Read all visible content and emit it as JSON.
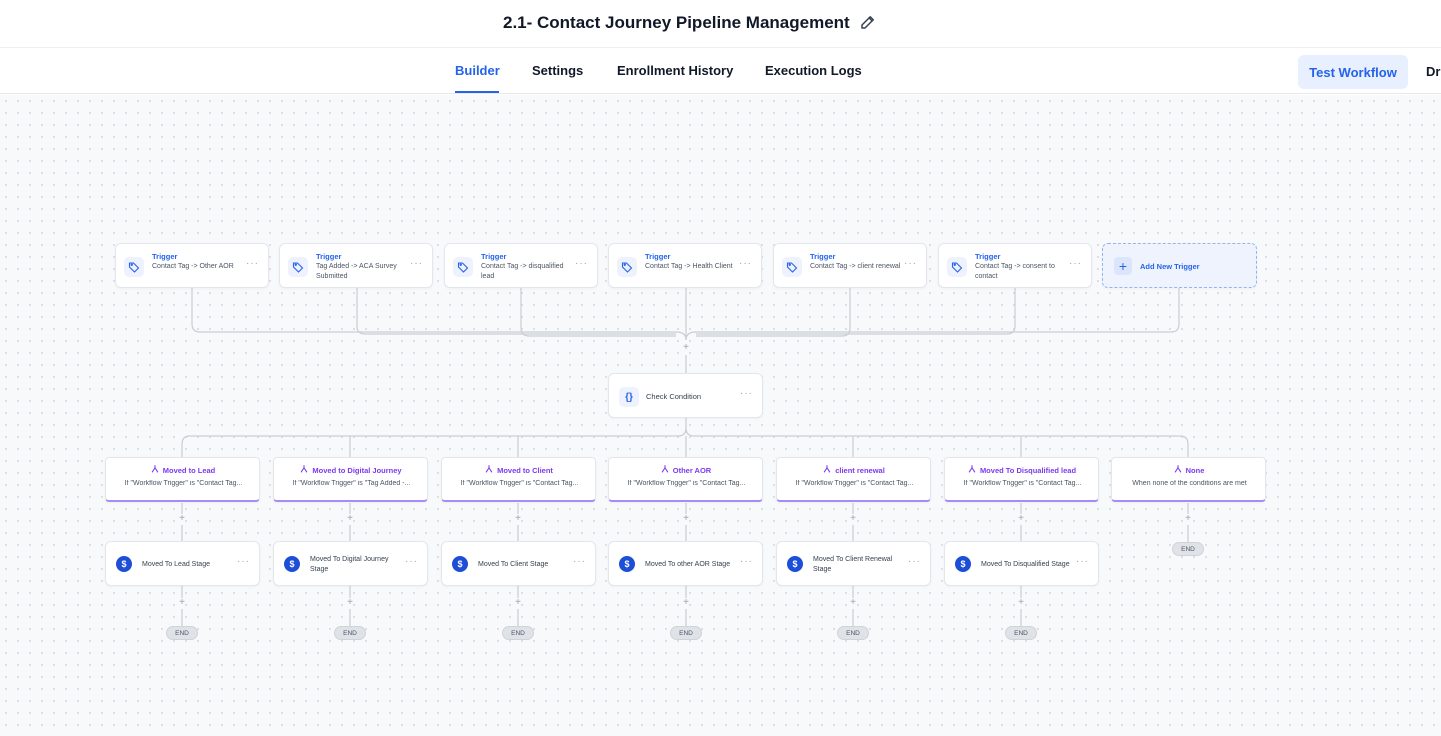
{
  "header": {
    "title": "2.1- Contact Journey Pipeline Management",
    "tabs": [
      "Builder",
      "Settings",
      "Enrollment History",
      "Execution Logs"
    ],
    "active_tab": "Builder",
    "test_button": "Test Workflow",
    "draft_partial": "Dr"
  },
  "triggers": [
    {
      "kind": "Trigger",
      "desc": "Contact Tag -> Other AOR"
    },
    {
      "kind": "Trigger",
      "desc": "Tag Added -> ACA Survey Submitted"
    },
    {
      "kind": "Trigger",
      "desc": "Contact Tag -> disqualified lead"
    },
    {
      "kind": "Trigger",
      "desc": "Contact Tag -> Health Client"
    },
    {
      "kind": "Trigger",
      "desc": "Contact Tag -> client renewal"
    },
    {
      "kind": "Trigger",
      "desc": "Contact Tag -> consent to contact"
    }
  ],
  "add_trigger": "Add New Trigger",
  "condition": {
    "label": "Check Condition",
    "icon": "{}"
  },
  "branches": [
    {
      "title": "Moved to Lead",
      "sub": "If \"Workflow Trigger\" is \"Contact Tag..."
    },
    {
      "title": "Moved to Digital Journey",
      "sub": "If \"Workflow Trigger\" is \"Tag Added -..."
    },
    {
      "title": "Moved to Client",
      "sub": "If \"Workflow Trigger\" is \"Contact Tag..."
    },
    {
      "title": "Other AOR",
      "sub": "If \"Workflow Trigger\" is \"Contact Tag..."
    },
    {
      "title": "client renewal",
      "sub": "If \"Workflow Trigger\" is \"Contact Tag..."
    },
    {
      "title": "Moved To Disqualified lead",
      "sub": "If \"Workflow Trigger\" is \"Contact Tag..."
    },
    {
      "title": "None",
      "sub": "When none of the conditions are met"
    }
  ],
  "actions": [
    {
      "label": "Moved To Lead Stage"
    },
    {
      "label": "Moved To Digital Journey Stage"
    },
    {
      "label": "Moved To Client Stage"
    },
    {
      "label": "Moved To other AOR Stage"
    },
    {
      "label": "Moved To Client Renewal Stage"
    },
    {
      "label": "Moved To Disqualified Stage"
    }
  ],
  "end_label": "END",
  "plus_label": "+",
  "menu_dots": "···",
  "action_icon_glyph": "$",
  "colors": {
    "accent": "#2563eb",
    "branch": "#7c3aed",
    "branch_border": "#a78bfa",
    "canvas": "#f8f9fb",
    "connector": "#c9cdd4"
  },
  "icons": {
    "trigger": "tag-icon",
    "branch": "branch-icon",
    "edit": "pencil-icon",
    "add": "plus-icon"
  }
}
